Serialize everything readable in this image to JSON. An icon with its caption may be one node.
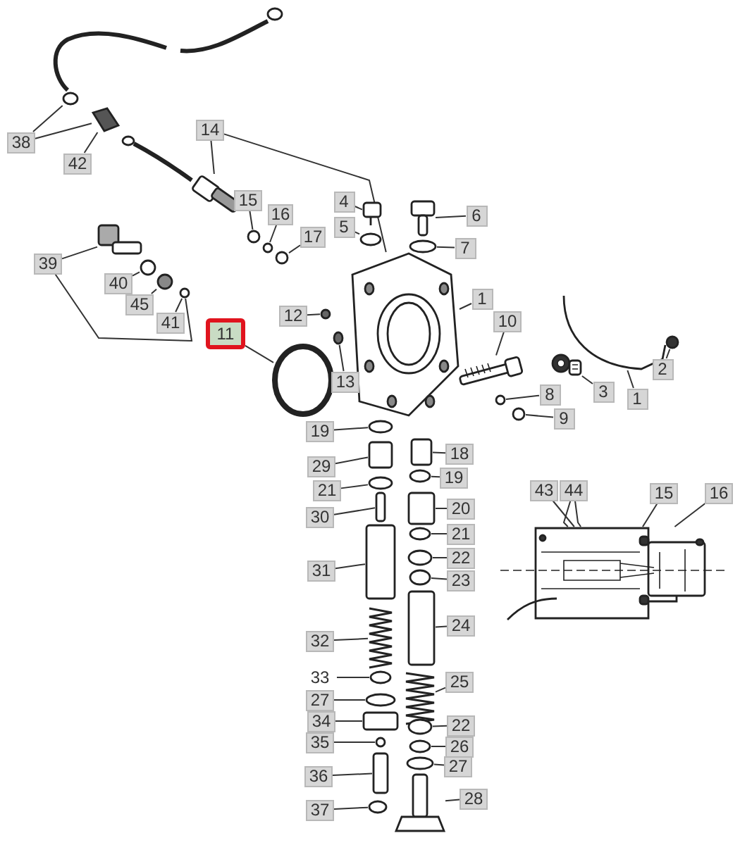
{
  "diagram": {
    "nodes": [
      {
        "text": [
          "38"
        ]
      },
      {
        "text": [
          "42"
        ]
      },
      {
        "text": [
          "14"
        ]
      },
      {
        "text": [
          "15"
        ]
      },
      {
        "text": [
          "16"
        ]
      },
      {
        "text": [
          "17"
        ]
      },
      {
        "text": [
          "4"
        ]
      },
      {
        "text": [
          "5"
        ]
      },
      {
        "text": [
          "39"
        ]
      },
      {
        "text": [
          "40"
        ]
      },
      {
        "text": [
          "45"
        ]
      },
      {
        "text": [
          "41"
        ]
      },
      {
        "text": [
          "11"
        ]
      },
      {
        "text": [
          "12"
        ]
      },
      {
        "text": [
          "13"
        ]
      },
      {
        "text": [
          "6"
        ]
      },
      {
        "text": [
          "7"
        ]
      },
      {
        "text": [
          "1"
        ]
      },
      {
        "text": [
          "10"
        ]
      },
      {
        "text": [
          "8"
        ]
      },
      {
        "text": [
          "9"
        ]
      },
      {
        "text": [
          "3"
        ]
      },
      {
        "text": [
          "2"
        ]
      },
      {
        "text": [
          "1"
        ]
      },
      {
        "text": [
          "19"
        ]
      },
      {
        "text": [
          "29"
        ]
      },
      {
        "text": [
          "21"
        ]
      },
      {
        "text": [
          "30"
        ]
      },
      {
        "text": [
          "31"
        ]
      },
      {
        "text": [
          "32"
        ]
      },
      {
        "text": [
          "33"
        ]
      },
      {
        "text": [
          "27"
        ]
      },
      {
        "text": [
          "34"
        ]
      },
      {
        "text": [
          "35"
        ]
      },
      {
        "text": [
          "36"
        ]
      },
      {
        "text": [
          "37"
        ]
      },
      {
        "text": [
          "18"
        ]
      },
      {
        "text": [
          "19"
        ]
      },
      {
        "text": [
          "20"
        ]
      },
      {
        "text": [
          "21"
        ]
      },
      {
        "text": [
          "22"
        ]
      },
      {
        "text": [
          "23"
        ]
      },
      {
        "text": [
          "24"
        ]
      },
      {
        "text": [
          "25"
        ]
      },
      {
        "text": [
          "22"
        ]
      },
      {
        "text": [
          "26"
        ]
      },
      {
        "text": [
          "27"
        ]
      },
      {
        "text": [
          "28"
        ]
      },
      {
        "text": [
          "43"
        ]
      },
      {
        "text": [
          "44"
        ]
      },
      {
        "text": [
          "15"
        ]
      },
      {
        "text": [
          "16"
        ]
      },
      {
        "text": [],
        "shape": "circle"
      },
      {
        "text": [],
        "shape": "picture"
      },
      {
        "text": [],
        "shape": "picture"
      },
      {
        "text": [],
        "shape": "circle"
      },
      {
        "text": [],
        "shape": "circle"
      },
      {
        "text": [],
        "shape": "circle"
      },
      {
        "text": [],
        "shape": "picture"
      },
      {
        "text": [],
        "shape": "circle"
      },
      {
        "text": [],
        "shape": "picture"
      },
      {
        "text": [],
        "shape": "circle"
      },
      {
        "text": [],
        "shape": "circle"
      },
      {
        "text": [],
        "shape": "circle"
      },
      {
        "text": [],
        "shape": "circle"
      },
      {
        "text": [],
        "shape": "circle"
      },
      {
        "text": [],
        "shape": "circle"
      },
      {
        "text": [],
        "shape": "picture"
      },
      {
        "text": [],
        "shape": "picture"
      },
      {
        "text": [],
        "shape": "circle"
      },
      {
        "text": [],
        "shape": "picture"
      },
      {
        "text": [],
        "shape": "circle"
      },
      {
        "text": [],
        "shape": "circle"
      },
      {
        "text": [],
        "shape": "picture"
      },
      {
        "text": [],
        "shape": "circle"
      },
      {
        "text": [],
        "shape": "picture"
      },
      {
        "text": [],
        "shape": "circle"
      },
      {
        "text": [],
        "shape": "box"
      },
      {
        "text": [],
        "shape": "circle"
      },
      {
        "text": [],
        "shape": "box"
      },
      {
        "text": [],
        "shape": "box"
      },
      {
        "text": [],
        "shape": "picture"
      },
      {
        "text": [],
        "shape": "circle"
      },
      {
        "text": [],
        "shape": "circle"
      },
      {
        "text": [],
        "shape": "box"
      },
      {
        "text": [],
        "shape": "circle"
      },
      {
        "text": [],
        "shape": "box"
      },
      {
        "text": [],
        "shape": "circle"
      },
      {
        "text": [],
        "shape": "box"
      },
      {
        "text": [],
        "shape": "circle"
      },
      {
        "text": [],
        "shape": "box"
      },
      {
        "text": [],
        "shape": "circle"
      },
      {
        "text": [],
        "shape": "circle"
      },
      {
        "text": [],
        "shape": "circle"
      },
      {
        "text": [],
        "shape": "box"
      },
      {
        "text": [],
        "shape": "picture"
      },
      {
        "text": [],
        "shape": "circle"
      },
      {
        "text": [],
        "shape": "circle"
      },
      {
        "text": [],
        "shape": "circle"
      },
      {
        "text": [],
        "shape": "picture"
      },
      {
        "text": [],
        "shape": "picture"
      }
    ],
    "edges": [
      {
        "from": 0,
        "to": 52,
        "arrow": "none"
      },
      {
        "from": 0,
        "to": 53,
        "arrow": "none"
      },
      {
        "from": 1,
        "to": 53,
        "arrow": "none"
      },
      {
        "from": 2,
        "to": 54,
        "arrow": "none"
      },
      {
        "from": 2,
        "to": 67,
        "arrow": "none"
      },
      {
        "from": 3,
        "to": 55,
        "arrow": "none"
      },
      {
        "from": 4,
        "to": 56,
        "arrow": "none"
      },
      {
        "from": 5,
        "to": 57,
        "arrow": "none"
      },
      {
        "from": 6,
        "to": 58,
        "arrow": "none"
      },
      {
        "from": 7,
        "to": 59,
        "arrow": "none"
      },
      {
        "from": 8,
        "to": 60,
        "arrow": "none"
      },
      {
        "from": 8,
        "to": 63,
        "arrow": "none"
      },
      {
        "from": 9,
        "to": 61,
        "arrow": "none"
      },
      {
        "from": 10,
        "to": 62,
        "arrow": "none"
      },
      {
        "from": 11,
        "to": 63,
        "arrow": "none"
      },
      {
        "from": 12,
        "to": 64,
        "arrow": "none"
      },
      {
        "from": 13,
        "to": 65,
        "arrow": "none"
      },
      {
        "from": 14,
        "to": 66,
        "arrow": "none"
      },
      {
        "from": 15,
        "to": 68,
        "arrow": "none"
      },
      {
        "from": 16,
        "to": 69,
        "arrow": "none"
      },
      {
        "from": 17,
        "to": 67,
        "arrow": "none"
      },
      {
        "from": 18,
        "to": 70,
        "arrow": "none"
      },
      {
        "from": 19,
        "to": 71,
        "arrow": "none"
      },
      {
        "from": 20,
        "to": 72,
        "arrow": "none"
      },
      {
        "from": 21,
        "to": 73,
        "arrow": "none"
      },
      {
        "from": 22,
        "to": 74,
        "arrow": "none"
      },
      {
        "from": 23,
        "to": 75,
        "arrow": "none"
      },
      {
        "from": 24,
        "to": 76,
        "arrow": "none"
      },
      {
        "from": 25,
        "to": 77,
        "arrow": "none"
      },
      {
        "from": 26,
        "to": 78,
        "arrow": "none"
      },
      {
        "from": 27,
        "to": 79,
        "arrow": "none"
      },
      {
        "from": 28,
        "to": 80,
        "arrow": "none"
      },
      {
        "from": 29,
        "to": 81,
        "arrow": "none"
      },
      {
        "from": 30,
        "to": 82,
        "arrow": "none"
      },
      {
        "from": 31,
        "to": 83,
        "arrow": "none"
      },
      {
        "from": 32,
        "to": 84,
        "arrow": "none"
      },
      {
        "from": 33,
        "to": 85,
        "arrow": "none"
      },
      {
        "from": 34,
        "to": 86,
        "arrow": "none"
      },
      {
        "from": 35,
        "to": 87,
        "arrow": "none"
      },
      {
        "from": 36,
        "to": 88,
        "arrow": "none"
      },
      {
        "from": 37,
        "to": 89,
        "arrow": "none"
      },
      {
        "from": 38,
        "to": 90,
        "arrow": "none"
      },
      {
        "from": 39,
        "to": 91,
        "arrow": "none"
      },
      {
        "from": 40,
        "to": 92,
        "arrow": "none"
      },
      {
        "from": 41,
        "to": 93,
        "arrow": "none"
      },
      {
        "from": 42,
        "to": 94,
        "arrow": "none"
      },
      {
        "from": 43,
        "to": 95,
        "arrow": "none"
      },
      {
        "from": 44,
        "to": 96,
        "arrow": "none"
      },
      {
        "from": 45,
        "to": 97,
        "arrow": "none"
      },
      {
        "from": 46,
        "to": 98,
        "arrow": "none"
      },
      {
        "from": 47,
        "to": 99,
        "arrow": "none"
      },
      {
        "from": 48,
        "to": 100,
        "arrow": "none"
      },
      {
        "from": 49,
        "to": 100,
        "arrow": "none"
      },
      {
        "from": 49,
        "to": 100,
        "arrow": "none"
      },
      {
        "from": 50,
        "to": 100,
        "arrow": "none"
      },
      {
        "from": 51,
        "to": 100,
        "arrow": "none"
      }
    ]
  }
}
